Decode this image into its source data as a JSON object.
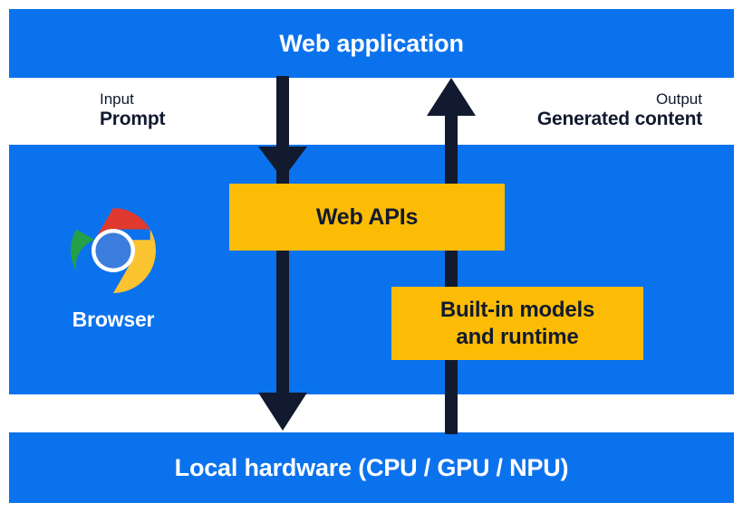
{
  "diagram": {
    "title": "Web application",
    "bands": [
      {
        "id": "web-application",
        "label": "Web application"
      },
      {
        "id": "browser",
        "label": "Browser"
      },
      {
        "id": "local-hardware",
        "label": "Local hardware (CPU / GPU / NPU)"
      }
    ],
    "io": {
      "input": {
        "kicker": "Input",
        "value": "Prompt"
      },
      "output": {
        "kicker": "Output",
        "value": "Generated content"
      }
    },
    "boxes": [
      {
        "id": "web-apis",
        "label": "Web APIs"
      },
      {
        "id": "built-in-models",
        "line1": "Built-in models",
        "line2": "and runtime"
      }
    ],
    "browser": {
      "icon": "chrome-logo-icon",
      "label": "Browser"
    },
    "arrows": [
      {
        "id": "downward-prompt-flow",
        "direction": "down",
        "from": "web-application",
        "to": "local-hardware"
      },
      {
        "id": "upward-generated-content-flow",
        "direction": "up",
        "from": "local-hardware",
        "to": "web-application"
      }
    ],
    "colors": {
      "band_blue": "#0b72ee",
      "box_yellow": "#fcbc05",
      "arrow_navy": "#111a2e",
      "text_on_blue": "#ffffff",
      "text_on_yellow": "#111a2e",
      "background": "#ffffff",
      "chrome_red": "#e03a2f",
      "chrome_yellow": "#fcc331",
      "chrome_green": "#23a royalty",
      "chrome_blue": "#3b7ddd"
    }
  }
}
